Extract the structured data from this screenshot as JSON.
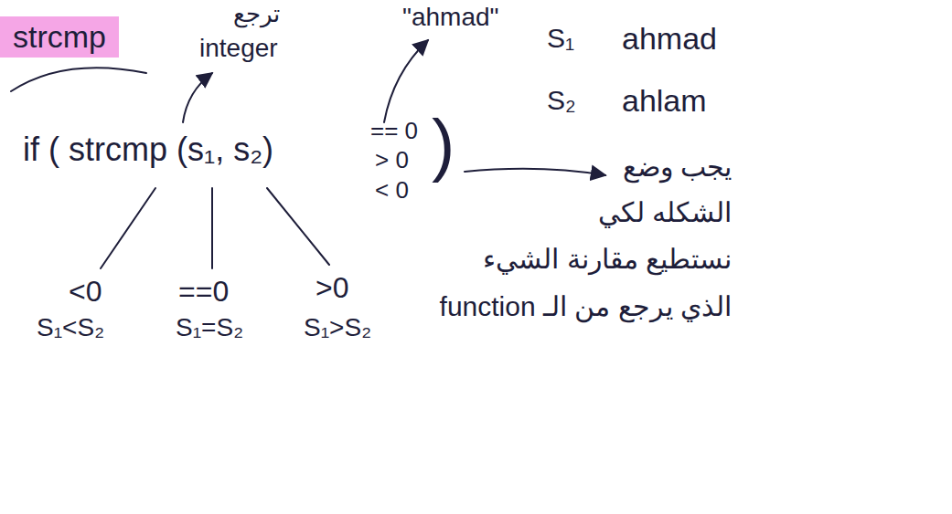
{
  "diagram": {
    "nodes": [
      {
        "text": [
          "strcmp"
        ]
      }
    ],
    "labels": [
      "ترجع",
      "integer",
      "\"ahmad\"",
      "S₁",
      "ahmad",
      "S₂",
      "ahlam",
      "if ( strcmp (s₁, s₂)",
      "== 0",
      "> 0",
      "< 0",
      ")",
      "<0",
      "==0",
      ">0",
      "S₁<S₂",
      "S₁=S₂",
      "S₁>S₂",
      "يجب وضع",
      "الشكله لكي",
      "نستطيع مقارنة الشيء",
      "الذي يرجع من الـ function"
    ]
  }
}
